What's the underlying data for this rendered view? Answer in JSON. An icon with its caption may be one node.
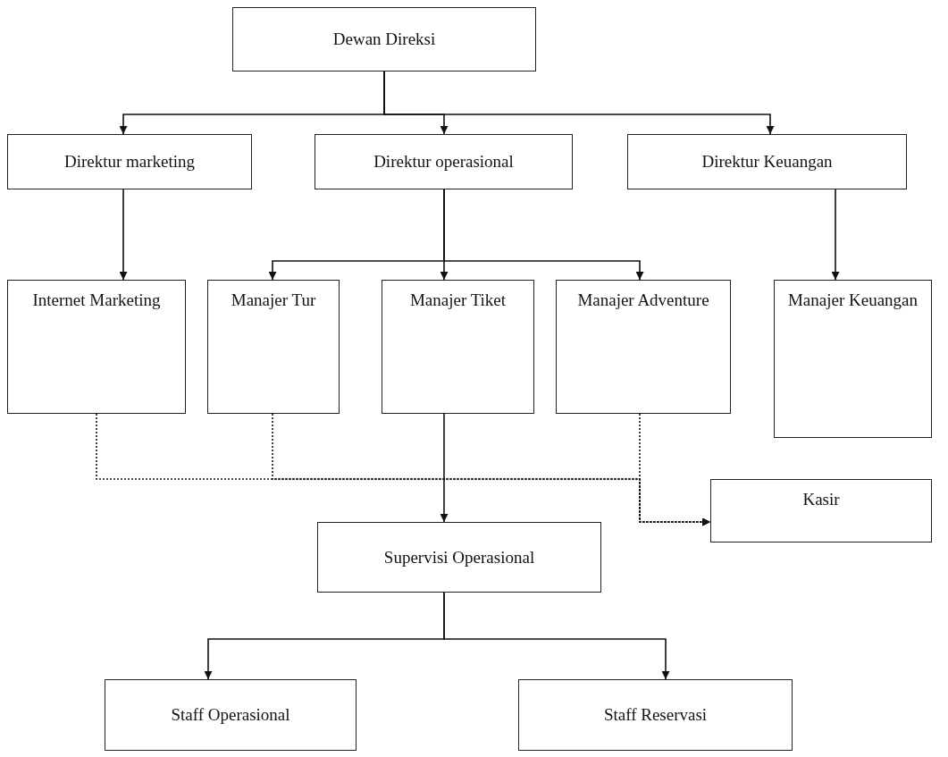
{
  "diagram": {
    "nodes": [
      {
        "text": [
          "Dewan Direksi"
        ]
      },
      {
        "text": [
          "Direktur marketing"
        ]
      },
      {
        "text": [
          "Direktur operasional"
        ]
      },
      {
        "text": [
          "Direktur Keuangan"
        ]
      },
      {
        "text": [
          "Internet Marketing"
        ]
      },
      {
        "text": [
          "Manajer Tur"
        ]
      },
      {
        "text": [
          "Manajer Tiket"
        ]
      },
      {
        "text": [
          "Manajer Adventure"
        ]
      },
      {
        "text": [
          "Manajer Keuangan"
        ]
      },
      {
        "text": [
          "Kasir"
        ]
      },
      {
        "text": [
          "Supervisi Operasional"
        ]
      },
      {
        "text": [
          "Staff Operasional"
        ]
      },
      {
        "text": [
          "Staff Reservasi"
        ]
      }
    ],
    "edges": [
      {
        "from": 0,
        "to": 1,
        "arrow": "to"
      },
      {
        "from": 0,
        "to": 2,
        "arrow": "to"
      },
      {
        "from": 0,
        "to": 3,
        "arrow": "to"
      },
      {
        "from": 1,
        "to": 4,
        "arrow": "to"
      },
      {
        "from": 2,
        "to": 5,
        "arrow": "to"
      },
      {
        "from": 2,
        "to": 6,
        "arrow": "to"
      },
      {
        "from": 2,
        "to": 7,
        "arrow": "to"
      },
      {
        "from": 3,
        "to": 8,
        "arrow": "to"
      },
      {
        "from": 6,
        "to": 10,
        "arrow": "to"
      },
      {
        "from": 4,
        "to": 9,
        "arrow": "to",
        "style": "dashed"
      },
      {
        "from": 5,
        "to": 9,
        "arrow": "to",
        "style": "dashed"
      },
      {
        "from": 7,
        "to": 9,
        "arrow": "to",
        "style": "dashed"
      },
      {
        "from": 10,
        "to": 11,
        "arrow": "to"
      },
      {
        "from": 10,
        "to": 12,
        "arrow": "to"
      }
    ]
  }
}
